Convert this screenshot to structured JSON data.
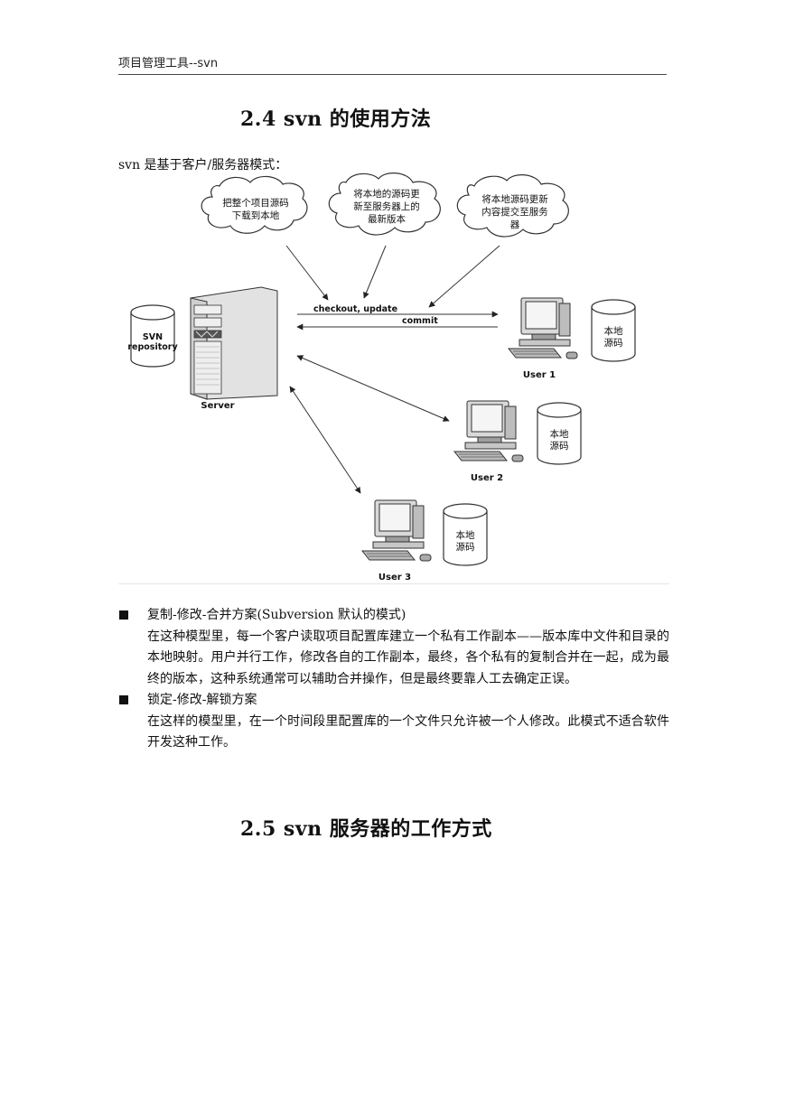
{
  "header": {
    "title": "项目管理工具--svn"
  },
  "sections": {
    "s24": "2.4  svn 的使用方法",
    "s25": "2.5  svn 服务器的工作方式"
  },
  "intro": "svn 是基于客户/服务器模式：",
  "diagram": {
    "cloud1": [
      "把整个项目源码",
      "下载到本地"
    ],
    "cloud2": [
      "将本地的源码更",
      "新至服务器上的",
      "最新版本"
    ],
    "cloud3": [
      "将本地源码更新",
      "内容提交至服务",
      "器"
    ],
    "arrow_checkout": "checkout, update",
    "arrow_commit": "commit",
    "repository": [
      "SVN",
      "repository"
    ],
    "server": "Server",
    "local_copy": [
      "本地",
      "源码"
    ],
    "user1": "User 1",
    "user2": "User 2",
    "user3": "User 3"
  },
  "bullets": [
    {
      "title": "复制-修改-合并方案(Subversion 默认的模式)",
      "body": "在这种模型里，每一个客户读取项目配置库建立一个私有工作副本——版本库中文件和目录的本地映射。用户并行工作，修改各自的工作副本，最终，各个私有的复制合并在一起，成为最终的版本，这种系统通常可以辅助合并操作，但是最终要靠人工去确定正误。"
    },
    {
      "title": "锁定-修改-解锁方案",
      "body": "在这样的模型里，在一个时间段里配置库的一个文件只允许被一个人修改。此模式不适合软件开发这种工作。"
    }
  ]
}
